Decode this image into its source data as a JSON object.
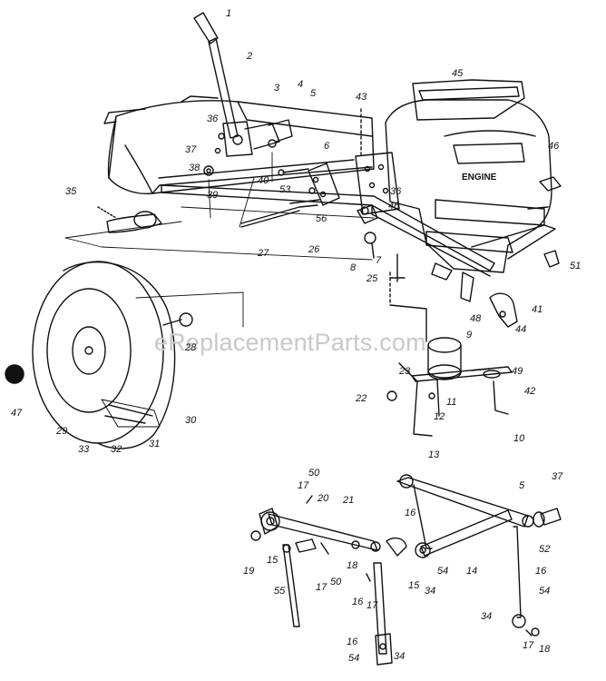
{
  "watermark": "eReplacementParts.com",
  "engine_text": "ENGINE",
  "callouts": [
    "1",
    "2",
    "3",
    "4",
    "5",
    "36",
    "37",
    "38",
    "39",
    "40",
    "6",
    "53",
    "56",
    "26",
    "27",
    "35",
    "43",
    "45",
    "46",
    "36",
    "46",
    "7",
    "8",
    "25",
    "51",
    "41",
    "48",
    "44",
    "9",
    "28",
    "47",
    "29",
    "33",
    "32",
    "31",
    "30",
    "22",
    "23",
    "11",
    "12",
    "13",
    "49",
    "42",
    "10",
    "50",
    "17",
    "20",
    "21",
    "19",
    "15",
    "18",
    "50",
    "17",
    "55",
    "16",
    "17",
    "15",
    "34",
    "54",
    "14",
    "5",
    "37",
    "52",
    "16",
    "54",
    "34",
    "17",
    "18",
    "16",
    "54",
    "34",
    "16"
  ]
}
